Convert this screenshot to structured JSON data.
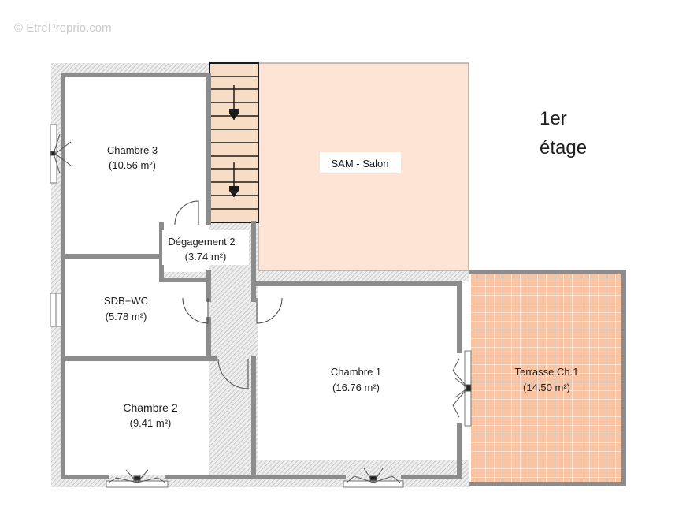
{
  "watermark": "© EtreProprio.com",
  "floor_label": {
    "line1": "1er",
    "line2": "étage"
  },
  "rooms": {
    "chambre3": {
      "name": "Chambre 3",
      "area": "(10.56 m²)"
    },
    "sam_salon": {
      "name": "SAM - Salon"
    },
    "degagement2": {
      "name": "Dégagement  2",
      "area": "(3.74 m²)"
    },
    "sdb_wc": {
      "name": "SDB+WC",
      "area": "(5.78 m²)"
    },
    "chambre2": {
      "name": "Chambre 2",
      "area": "(9.41 m²)"
    },
    "chambre1": {
      "name": "Chambre 1",
      "area": "(16.76 m²)"
    },
    "terrasse": {
      "name": "Terrasse Ch.1",
      "area": "(14.50 m²)"
    }
  },
  "colors": {
    "wall": "#8c8c8c",
    "wall_hatch_bg": "#eeeeee",
    "salon_fill": "#fde4d4",
    "terrace_fill": "#f8c4a3",
    "terrace_grid": "#ffffff",
    "stair_fill": "#f7dcc6",
    "stair_line": "#1a1a1a"
  }
}
